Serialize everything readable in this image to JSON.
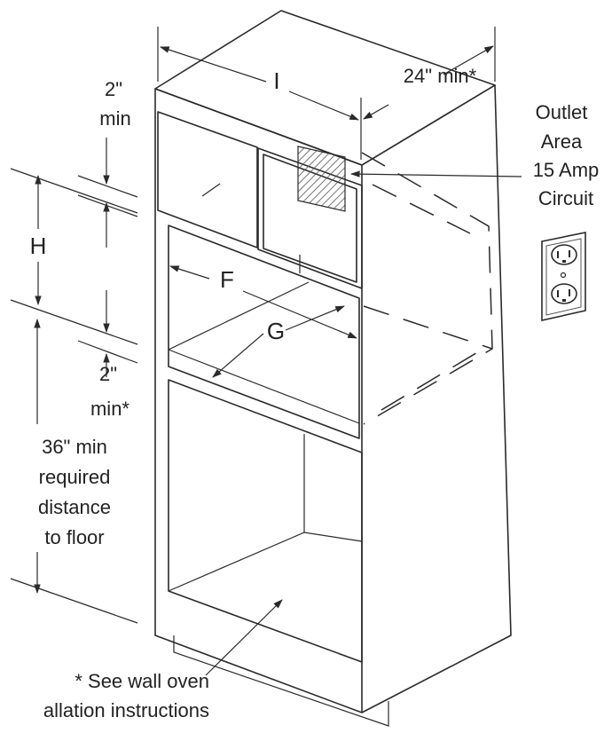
{
  "diagram": {
    "dimensions": {
      "i": "I",
      "depth": "24\" min*",
      "top_clearance": "2\"",
      "top_clearance_unit": "min",
      "h": "H",
      "f": "F",
      "g": "G",
      "bottom_clearance": "2\"",
      "bottom_clearance_unit": "min*",
      "floor_1": "36\" min",
      "floor_2": "required",
      "floor_3": "distance",
      "floor_4": "to floor"
    },
    "outlet": {
      "line_1": "Outlet",
      "line_2": "Area",
      "line_3": "15 Amp",
      "line_4": "Circuit"
    },
    "footnote": {
      "line_1": "* See wall oven",
      "line_2": "allation  instructions"
    }
  }
}
